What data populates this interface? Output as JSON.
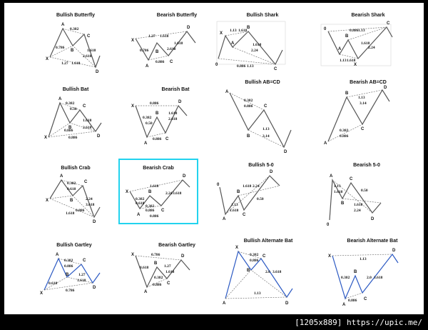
{
  "footer": "[1205x889] https://upic.me/",
  "colors": {
    "highlight": "#22d3ee",
    "line": "#555555",
    "blue": "#2b59c3"
  },
  "patterns": [
    {
      "title": "Bullish Butterfly",
      "labels": [
        "0.382",
        "0.786",
        "B",
        "C",
        "1.618",
        "2.618",
        "1.27",
        "1.618"
      ],
      "points": [
        "X",
        "A",
        "D"
      ]
    },
    {
      "title": "Bearish Butterfly",
      "labels": [
        "1.27",
        "1.618",
        "0.786",
        "1.618",
        "2.618",
        "B",
        "0.886"
      ],
      "points": [
        "X",
        "A",
        "C",
        "D"
      ]
    },
    {
      "title": "Bullish Shark",
      "labels": [
        "1.13",
        "1.618",
        "1.618",
        "2.24",
        "0.886",
        "1.13"
      ],
      "points": [
        "X",
        "A",
        "B",
        "C",
        "0"
      ]
    },
    {
      "title": "Bearish Shark",
      "labels": [
        "0.886",
        "1.13",
        "1.618",
        "1.13",
        "1.618",
        "2.24"
      ],
      "points": [
        "0",
        "A",
        "X",
        "B",
        "C"
      ]
    },
    {
      "title": "Bullish Bat",
      "labels": [
        "0.382",
        "0.50",
        "1.618",
        "2.618",
        "0.886",
        "0.886"
      ],
      "points": [
        "X",
        "A",
        "B",
        "C",
        "D"
      ]
    },
    {
      "title": "Bearish Bat",
      "labels": [
        "0.886",
        "0.382",
        "0.50",
        "1.618",
        "2.618",
        "0.886"
      ],
      "points": [
        "X",
        "A",
        "B",
        "C",
        "D"
      ]
    },
    {
      "title": "Bullish AB=CD",
      "labels": [
        "0.382",
        "0.886",
        "1.13",
        "3.14"
      ],
      "points": [
        "A",
        "B",
        "C",
        "D"
      ]
    },
    {
      "title": "Bearish AB=CD",
      "labels": [
        "1.13",
        "3.14",
        "0.382",
        "0.886"
      ],
      "points": [
        "A",
        "B",
        "C",
        "D"
      ]
    },
    {
      "title": "Bullish Crab",
      "labels": [
        "0.382",
        "0.618",
        "2.24",
        "3.618",
        "0.886",
        "1.618"
      ],
      "points": [
        "X",
        "A",
        "B",
        "C",
        "D"
      ]
    },
    {
      "title": "Bearish Crab",
      "labels": [
        "1.618",
        "2.24",
        "3.618",
        "0.382",
        "0.618",
        "0.382",
        "0.886",
        "0.886"
      ],
      "points": [
        "X",
        "A",
        "B",
        "C",
        "D"
      ]
    },
    {
      "title": "Bullish 5-0",
      "labels": [
        "1.618",
        "2.24",
        "0.50",
        "1.13",
        "1.618"
      ],
      "points": [
        "0",
        "A",
        "B",
        "C",
        "D"
      ]
    },
    {
      "title": "Bearish 5-0",
      "labels": [
        "1.13",
        "1.618",
        "0.50",
        "1.618",
        "2.24"
      ],
      "points": [
        "0",
        "A",
        "B",
        "C",
        "D"
      ]
    },
    {
      "title": "Bullish Gartley",
      "labels": [
        "0.382",
        "0.886",
        "1.27",
        "1.618",
        "0.618",
        "0.786"
      ],
      "points": [
        "X",
        "A",
        "B",
        "C",
        "D"
      ]
    },
    {
      "title": "Bearish Gartley",
      "labels": [
        "0.786",
        "0.618",
        "1.27",
        "1.618",
        "0.382",
        "0.886"
      ],
      "points": [
        "X",
        "A",
        "B",
        "C",
        "D"
      ]
    },
    {
      "title": "Bullish Alternate Bat",
      "labels": [
        "0.382",
        "0.886",
        "2.0",
        "3.618",
        "1.13"
      ],
      "points": [
        "X",
        "A",
        "B",
        "C",
        "D"
      ]
    },
    {
      "title": "Bearish Alternate Bat",
      "labels": [
        "1.13",
        "0.382",
        "0.886",
        "2.0",
        "3.618"
      ],
      "points": [
        "X",
        "A",
        "B",
        "C",
        "D"
      ]
    }
  ]
}
